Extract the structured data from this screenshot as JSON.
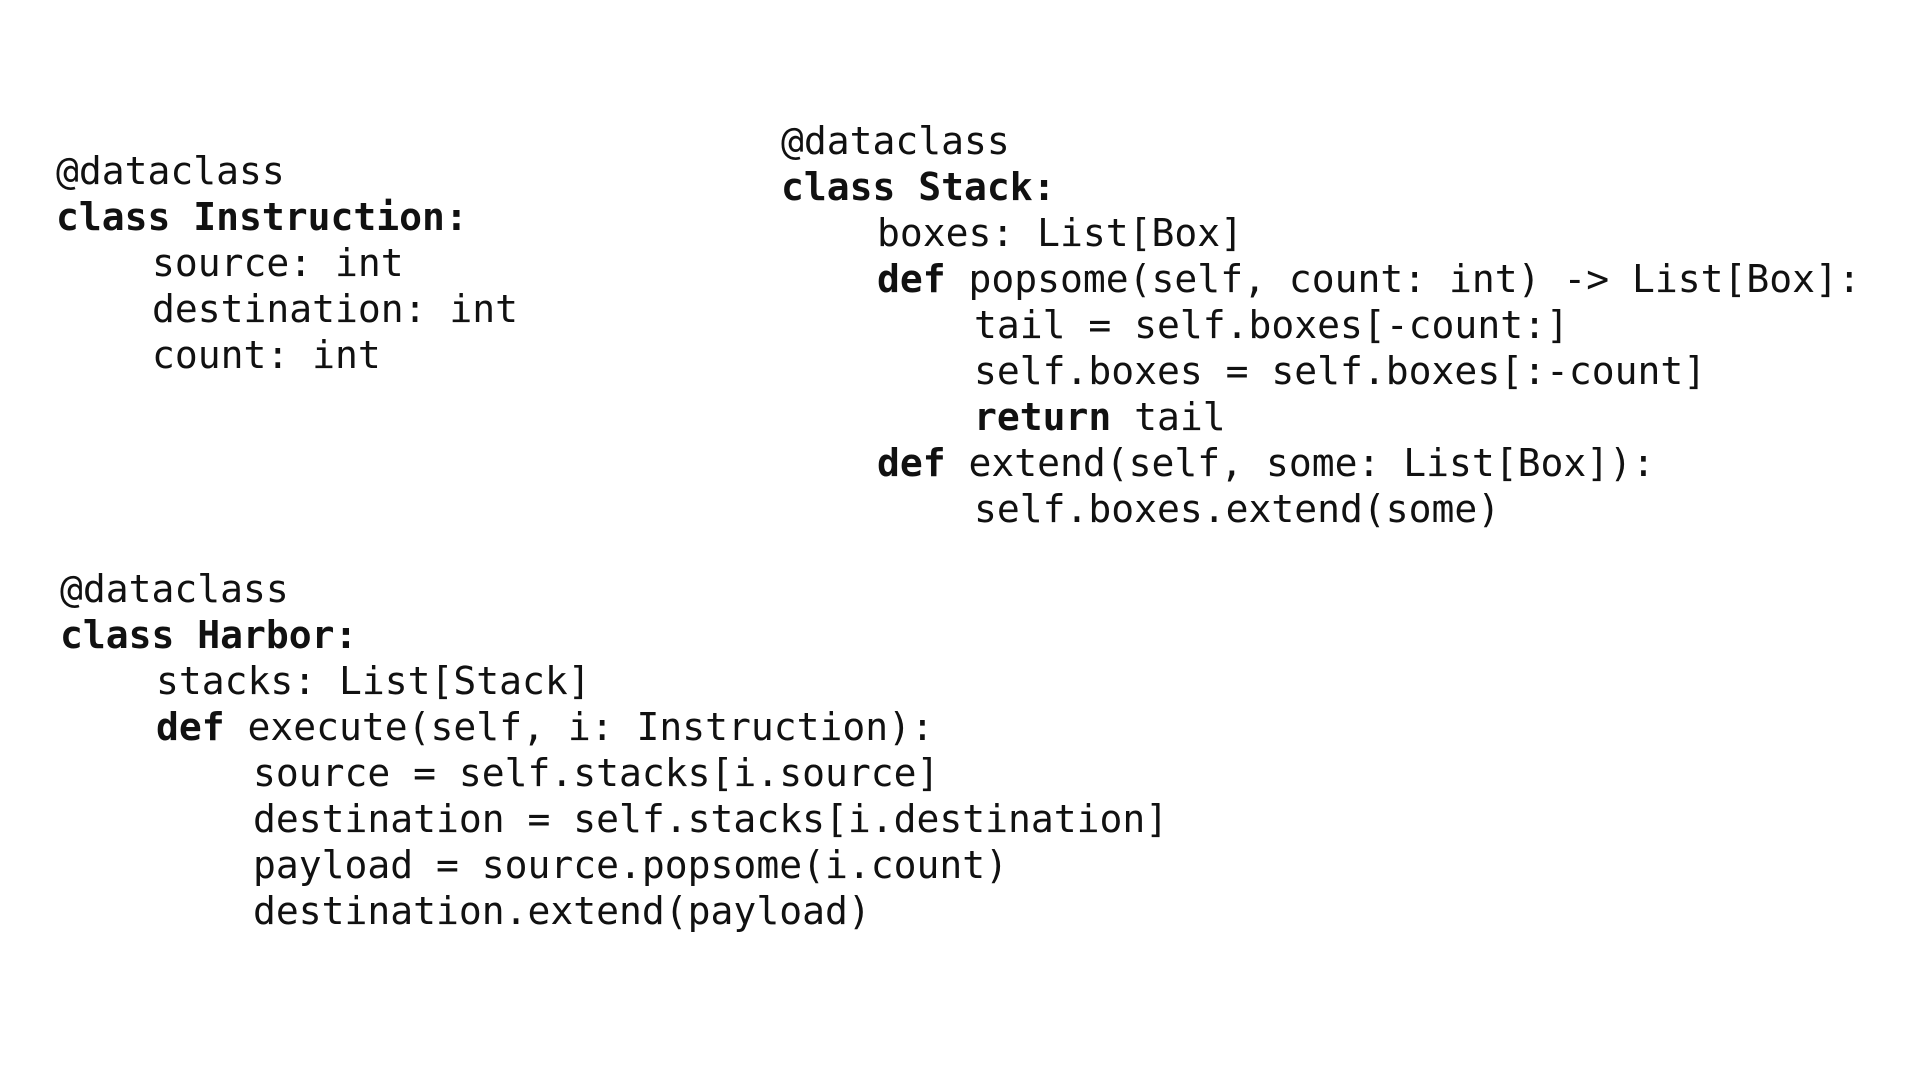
{
  "blocks": {
    "instruction": {
      "decorator": "@dataclass",
      "class_keyword": "class",
      "class_name": "Instruction:",
      "fields": [
        "source: int",
        "destination: int",
        "count: int"
      ]
    },
    "stack": {
      "decorator": "@dataclass",
      "class_keyword": "class",
      "class_name": "Stack:",
      "field": "boxes: List[Box]",
      "def_keyword": "def",
      "popsome_signature": "popsome(self, count: int) -> List[Box]:",
      "popsome_body": [
        "tail = self.boxes[-count:]",
        "self.boxes = self.boxes[:-count]"
      ],
      "return_keyword": "return",
      "return_value": "tail",
      "extend_signature": "extend(self, some: List[Box]):",
      "extend_body": "self.boxes.extend(some)"
    },
    "harbor": {
      "decorator": "@dataclass",
      "class_keyword": "class",
      "class_name": "Harbor:",
      "field": "stacks: List[Stack]",
      "def_keyword": "def",
      "execute_signature": "execute(self, i: Instruction):",
      "execute_body": [
        "source = self.stacks[i.source]",
        "destination = self.stacks[i.destination]",
        "payload = source.popsome(i.count)",
        "destination.extend(payload)"
      ]
    }
  }
}
